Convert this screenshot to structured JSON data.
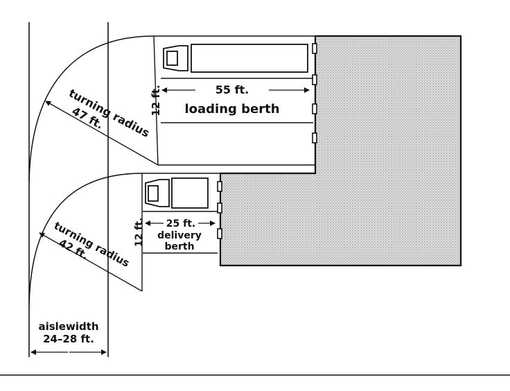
{
  "labels": {
    "loading_turning_line1": "turning radius",
    "loading_turning_line2": "47 ft.",
    "loading_length": "55 ft.",
    "loading_berth": "loading berth",
    "loading_width": "12 ft.",
    "delivery_turning_line1": "turning radius",
    "delivery_turning_line2": "42 ft.",
    "delivery_length": "25 ft.",
    "delivery_berth_line1": "delivery",
    "delivery_berth_line2": "berth",
    "delivery_width": "12 ft.",
    "aisle_line1": "aislewidth",
    "aisle_line2": "24–28 ft."
  },
  "colors": {
    "ink": "#111111",
    "building_fill": "#d6d6d6"
  }
}
